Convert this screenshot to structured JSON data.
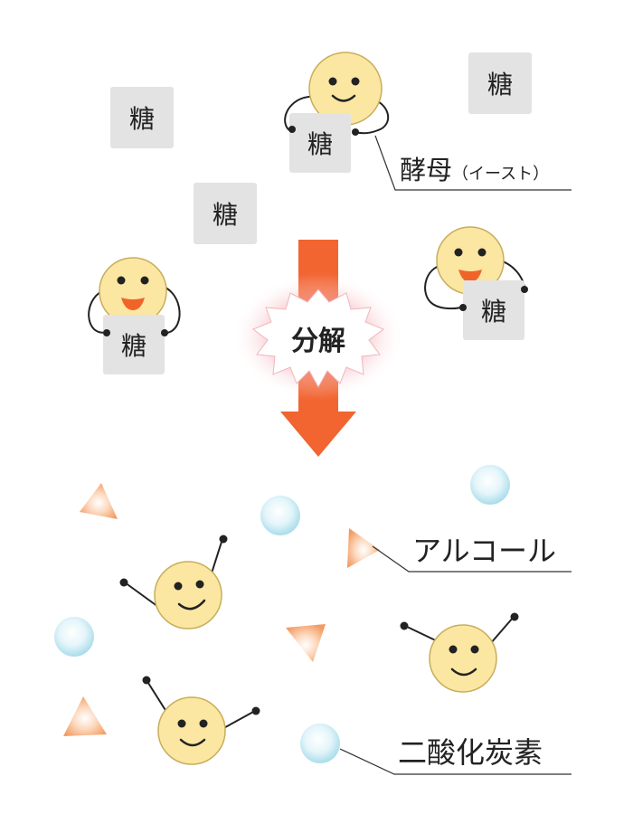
{
  "labels": {
    "sugar": "糖",
    "yeast": "酵母",
    "yeast_note": "（イースト）",
    "decompose": "分解",
    "alcohol": "アルコール",
    "co2": "二酸化炭素"
  },
  "colors": {
    "sugar_box": "#e3e3e3",
    "yeast_face": "#fbe7a1",
    "yeast_outline": "#c8ad5c",
    "tongue": "#f0642a",
    "arrow": "#f26430",
    "arrow_dark": "#e24a1e",
    "burst_glow": "#f2a0a6",
    "alcohol": "#f4a06a",
    "co2": "#b9e3ee",
    "leader_line": "#333333"
  }
}
